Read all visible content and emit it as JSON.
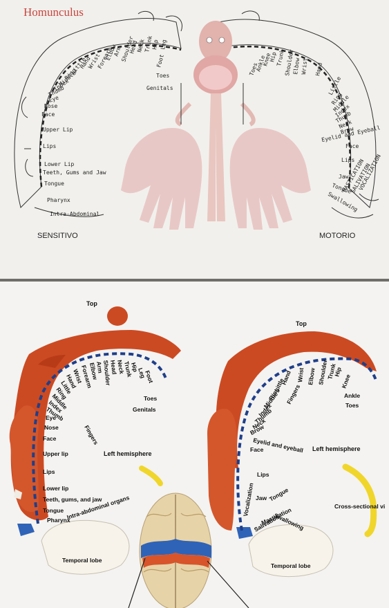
{
  "top_diagram": {
    "title": "Homunculus",
    "sensory_label": "SENSITIVO",
    "motor_label": "MOTORIO",
    "sensory_parts": [
      "Genitals",
      "Toes",
      "Foot",
      "Leg",
      "Hip",
      "Trunk",
      "Neck",
      "Head",
      "Shoulder",
      "Arm",
      "Elbow",
      "Forearm",
      "Wrist",
      "Hand",
      "Little",
      "Ring",
      "Middle",
      "Index",
      "Thumb",
      "Eye",
      "Nose",
      "Face",
      "Upper Lip",
      "Lips",
      "Lower Lip",
      "Teeth, Gums and Jaw",
      "Tongue",
      "Pharynx",
      "Intra-Abdominal"
    ],
    "motor_parts": [
      "Toes",
      "Ankle",
      "Knee",
      "Hip",
      "Trunk",
      "Shoulder",
      "Elbow",
      "Wrist",
      "Hand",
      "Little",
      "Ring",
      "Middle",
      "Index",
      "Thumb",
      "Neck",
      "Brow",
      "Eyelid and Eyeball",
      "Face",
      "Lips",
      "Jaw",
      "Tongue",
      "Swallowing",
      "MASTICATION",
      "SALIVATION",
      "VOCALIZATION"
    ]
  },
  "bottom_diagram": {
    "left": {
      "top_label": "Top",
      "hemisphere_label": "Left hemisphere",
      "temporal_label": "Temporal lobe",
      "fingers_label": "Fingers",
      "parts": [
        "Toes",
        "Genitals",
        "Foot",
        "Leg",
        "Hip",
        "Trunk",
        "Neck",
        "Head",
        "Shoulder",
        "Arm",
        "Elbow",
        "Forearm",
        "Wrist",
        "Hand",
        "Little",
        "Ring",
        "Middle",
        "Index",
        "Thumb",
        "Eye",
        "Nose",
        "Face",
        "Upper lip",
        "Lips",
        "Lower lip",
        "Teeth, gums, and jaw",
        "Tongue",
        "Pharynx",
        "Intra-abdominal organs"
      ]
    },
    "right": {
      "top_label": "Top",
      "hemisphere_label": "Left hemisphere",
      "temporal_label": "Temporal lobe",
      "fingers_label": "Fingers",
      "cross_section_label": "Cross-sectional vi",
      "parts": [
        "Toes",
        "Ankle",
        "Knee",
        "Hip",
        "Trunk",
        "Shoulder",
        "Elbow",
        "Wrist",
        "Hand",
        "Little",
        "Ring",
        "Middle",
        "Index",
        "Thumb",
        "Neck",
        "Brow",
        "Eyelid and eyeball",
        "Face",
        "Lips",
        "Vocalization",
        "Jaw",
        "Tongue",
        "Swallowing",
        "Mastication",
        "Salivation"
      ]
    }
  },
  "colors": {
    "title_red": "#c8463f",
    "cortex_orange": "#cc4a22",
    "motor_strip_blue": "#2f63b8",
    "sensory_strip_orange": "#d8542a",
    "brain_beige": "#e7d3a8",
    "hand_pink": "#e7c3c2"
  }
}
